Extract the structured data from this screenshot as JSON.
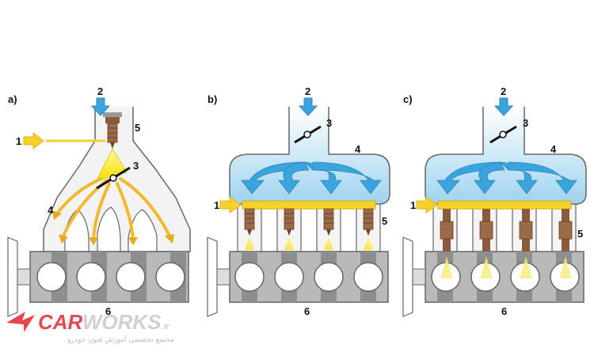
{
  "panels": [
    {
      "id": "a",
      "tag": "a)",
      "labels": {
        "fuel": "1",
        "air": "2",
        "throttle": "3",
        "manifold": "4",
        "injector_area": "5",
        "engine": "6"
      }
    },
    {
      "id": "b",
      "tag": "b)",
      "labels": {
        "fuel": "1",
        "air": "2",
        "throttle": "3",
        "manifold": "4",
        "injector_area": "5",
        "engine": "6"
      }
    },
    {
      "id": "c",
      "tag": "c)",
      "labels": {
        "fuel": "1",
        "air": "2",
        "throttle": "3",
        "manifold": "4",
        "injector_area": "5",
        "engine": "6"
      }
    }
  ],
  "watermark": {
    "brand_part1": "CAR",
    "brand_part2": "WORKS",
    "domain": ".ir",
    "subtitle": "مجتمع تخصصی آموزش فنون خودرو"
  },
  "colors": {
    "fuel": "#f5d22a",
    "air": "#3aa5dd",
    "throttle_cone": "#f7e200",
    "injector": "#8a5a3c",
    "engine_gray": "#b8b8b8",
    "engine_dark": "#8e8e8e",
    "manifold_bg": "#f2f2f2",
    "outline": "#555555",
    "brand_red": "#e0272f",
    "brand_gray": "#c8c8c8"
  }
}
